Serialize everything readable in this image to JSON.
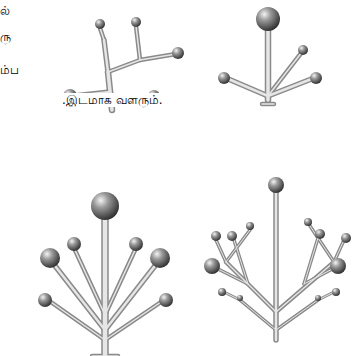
{
  "diagram": {
    "labels": [
      "ல்",
      "ரு",
      "ம்ப",
      ".இடமாக வளரும்."
    ]
  }
}
